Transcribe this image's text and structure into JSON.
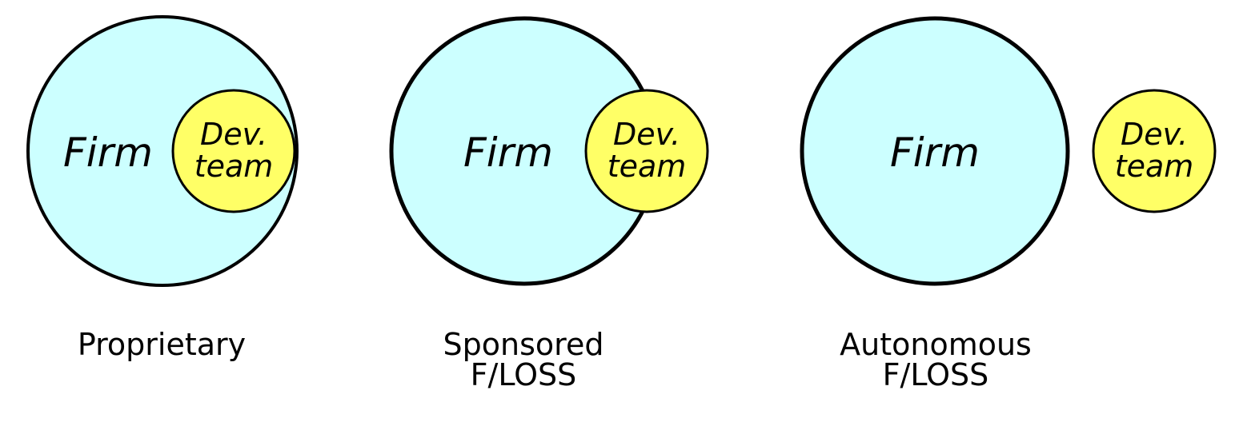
{
  "colors": {
    "firm_fill": "#ccffff",
    "dev_fill": "#ffff66",
    "stroke": "#000000"
  },
  "panels": [
    {
      "model": "proprietary",
      "firm_label": "Firm",
      "dev_label_line1": "Dev.",
      "dev_label_line2": "team",
      "caption_line1": "Proprietary",
      "caption_line2": ""
    },
    {
      "model": "sponsored",
      "firm_label": "Firm",
      "dev_label_line1": "Dev.",
      "dev_label_line2": "team",
      "caption_line1": "Sponsored",
      "caption_line2": "F/LOSS"
    },
    {
      "model": "autonomous",
      "firm_label": "Firm",
      "dev_label_line1": "Dev.",
      "dev_label_line2": "team",
      "caption_line1": "Autonomous",
      "caption_line2": "F/LOSS"
    }
  ]
}
